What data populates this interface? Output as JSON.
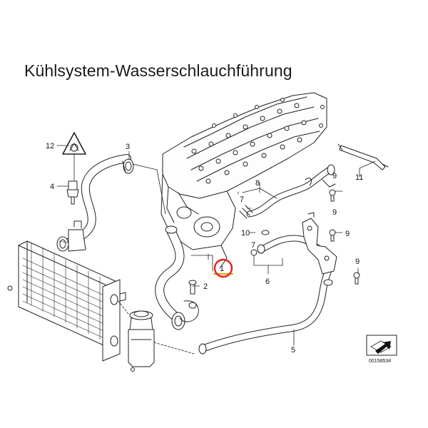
{
  "title": "Kühlsystem-Wasserschlauchführung",
  "diagram_number": "00158534",
  "highlight_color": "#e0201a",
  "part_labels": [
    "1",
    "2",
    "3",
    "4",
    "5",
    "6",
    "7",
    "7",
    "8",
    "9",
    "9",
    "9",
    "9",
    "10",
    "11",
    "12"
  ]
}
